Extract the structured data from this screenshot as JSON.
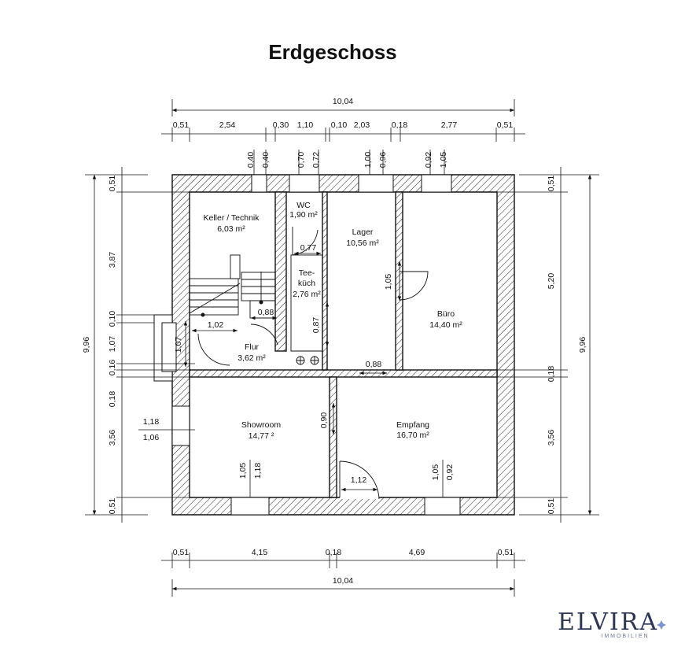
{
  "title": "Erdgeschoss",
  "dims": {
    "top_total": "10,04",
    "top_segments": [
      "0,51",
      "2,54",
      "0,30",
      "1,10",
      "0,10",
      "2,03",
      "0,18",
      "2,77",
      "0,51"
    ],
    "top_windows": [
      "0,40",
      "0,40",
      "0,70",
      "0,72",
      "1,00",
      "0,96",
      "0,92",
      "1,05"
    ],
    "bottom_segments": [
      "0,51",
      "4,15",
      "0,18",
      "4,69",
      "0,51"
    ],
    "bottom_total": "10,04",
    "left_total": "9,96",
    "left_segments": [
      "0,51",
      "3,87",
      "0,10",
      "1,07",
      "0,16",
      "0,18",
      "3,56",
      "0,51"
    ],
    "right_total": "9,96",
    "right_segments": [
      "0,51",
      "5,20",
      "0,18",
      "3,56",
      "0,51"
    ],
    "interior": {
      "wc_door": "0,77",
      "stair_a": "1,02",
      "stair_b": "0,88",
      "flur_left": "1,07",
      "kueche": "0,87",
      "buero_door": "1,05",
      "lager_door": "0,88",
      "showroom_door": "0,90",
      "empfang_door": "1,12",
      "showroom_win_a": "1,05",
      "showroom_win_b": "1,18",
      "empfang_win_a": "1,05",
      "empfang_win_b": "0,92",
      "side_win_a": "1,18",
      "side_win_b": "1,06"
    }
  },
  "rooms": {
    "keller": {
      "name": "Keller / Technik",
      "area": "6,03 m²"
    },
    "wc": {
      "name": "WC",
      "area": "1,90 m²"
    },
    "lager": {
      "name": "Lager",
      "area": "10,56 m²"
    },
    "teekueche": {
      "name1": "Tee-",
      "name2": "küch",
      "area": "2,76 m²"
    },
    "buero": {
      "name": "Büro",
      "area": "14,40 m²"
    },
    "flur": {
      "name": "Flur",
      "area": "3,62 m²"
    },
    "showroom": {
      "name": "Showroom",
      "area": "14,77 ²"
    },
    "empfang": {
      "name": "Empfang",
      "area": "16,70 m²"
    }
  },
  "logo": {
    "name": "ELVIRA",
    "sub": "IMMOBILIEN"
  }
}
